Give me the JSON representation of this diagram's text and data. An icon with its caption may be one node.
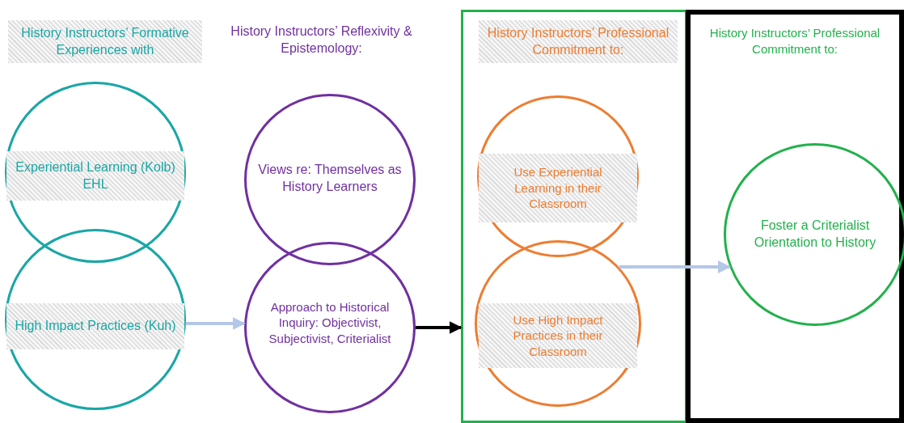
{
  "diagram": {
    "nodes": [
      {
        "text": [
          "Experiential Learning (Kolb) EHL"
        ]
      },
      {
        "text": [
          "High Impact Practices (Kuh)"
        ]
      },
      {
        "text": [
          "Views re: Themselves as History Learners"
        ]
      },
      {
        "text": [
          "Approach to Historical Inquiry: Objectivist, Subjectivist, Criterialist"
        ]
      },
      {
        "text": [
          "History Instructors’ Professional Commitment to:"
        ]
      },
      {
        "text": [
          "Use Experiential Learning in their Classroom"
        ],
        "in": 4
      },
      {
        "text": [
          "Use High Impact Practices in their Classroom"
        ],
        "in": 4
      },
      {
        "text": [
          "History Instructors’ Professional Commitment to:"
        ]
      },
      {
        "text": [
          "Foster a Criterialist Orientation to History"
        ],
        "in": 7
      }
    ],
    "edges": [
      {
        "from": 1,
        "to": 3,
        "arrow": "to"
      },
      {
        "from": 3,
        "to": 4,
        "arrow": "to",
        "color": "#000000"
      },
      {
        "from": 6,
        "to": 8,
        "arrow": "to"
      }
    ],
    "labels": [
      "History Instructors’ Formative Experiences with",
      "History Instructors’ Reflexivity & Epistemology:"
    ]
  }
}
